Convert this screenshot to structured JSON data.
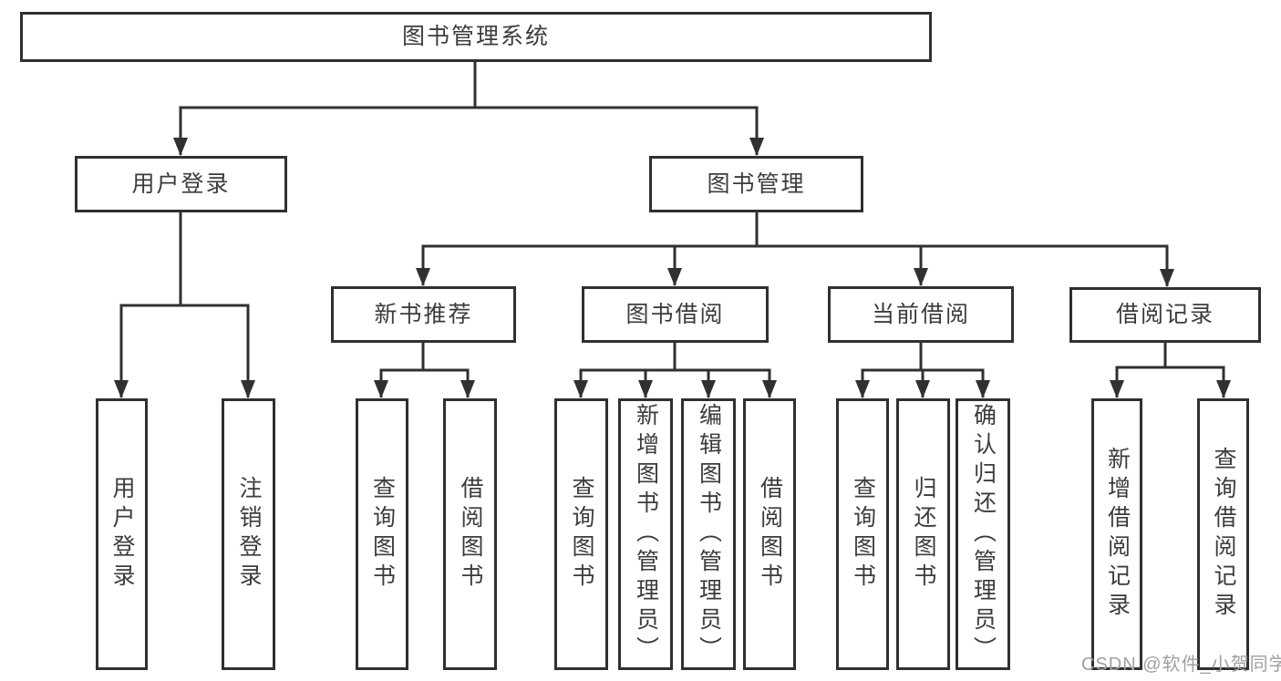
{
  "colors": {
    "line": "#303030",
    "text": "#3c3c3c",
    "background": "#ffffff",
    "watermark": "#a0a0a0"
  },
  "tree": {
    "label": "图书管理系统",
    "children": [
      {
        "label": "用户登录",
        "children": [
          {
            "label": "用户登录"
          },
          {
            "label": "注销登录"
          }
        ]
      },
      {
        "label": "图书管理",
        "children": [
          {
            "label": "新书推荐",
            "children": [
              {
                "label": "查询图书"
              },
              {
                "label": "借阅图书"
              }
            ]
          },
          {
            "label": "图书借阅",
            "children": [
              {
                "label": "查询图书"
              },
              {
                "label": "新增图书（管理员）"
              },
              {
                "label": "编辑图书（管理员）"
              },
              {
                "label": "借阅图书"
              }
            ]
          },
          {
            "label": "当前借阅",
            "children": [
              {
                "label": "查询图书"
              },
              {
                "label": "归还图书"
              },
              {
                "label": "确认归还（管理员）"
              }
            ]
          },
          {
            "label": "借阅记录",
            "children": [
              {
                "label": "新增借阅记录"
              },
              {
                "label": "查询借阅记录"
              }
            ]
          }
        ]
      }
    ]
  },
  "watermark": {
    "text": "CSDN @软件_小贺同学"
  }
}
